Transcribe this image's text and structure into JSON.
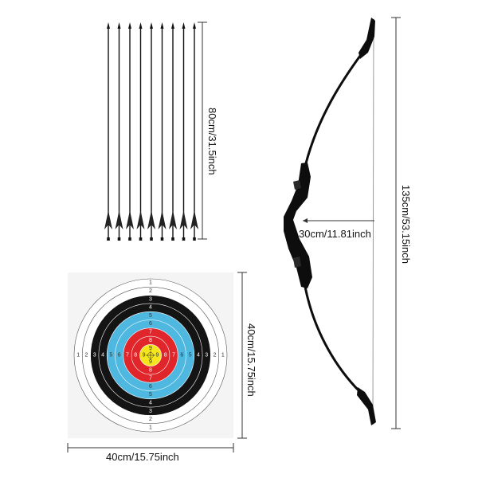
{
  "dimensions": {
    "arrow_length": "80cm/31.5inch",
    "bow_length": "135cm/53.15inch",
    "grip_depth": "30cm/11.81inch",
    "target_height": "40cm/15.75inch",
    "target_width": "40cm/15.75inch"
  },
  "arrows": {
    "count": 9,
    "shaft_color": "#111111",
    "fletch_color": "#222222"
  },
  "bow": {
    "color": "#0d0d0d",
    "string_color": "#9a9a9a"
  },
  "target": {
    "ring_numbers": [
      "1",
      "2",
      "3",
      "4",
      "5",
      "6",
      "7",
      "8",
      "9"
    ],
    "ring_colors": [
      "#ffffff",
      "#ffffff",
      "#141414",
      "#141414",
      "#4fb8e0",
      "#4fb8e0",
      "#e0262b",
      "#e0262b",
      "#f5e51c"
    ],
    "number_colors": [
      "#333333",
      "#333333",
      "#ffffff",
      "#ffffff",
      "#333333",
      "#333333",
      "#ffffff",
      "#ffffff",
      "#333333"
    ],
    "paper_color": "#f4f4f4"
  }
}
